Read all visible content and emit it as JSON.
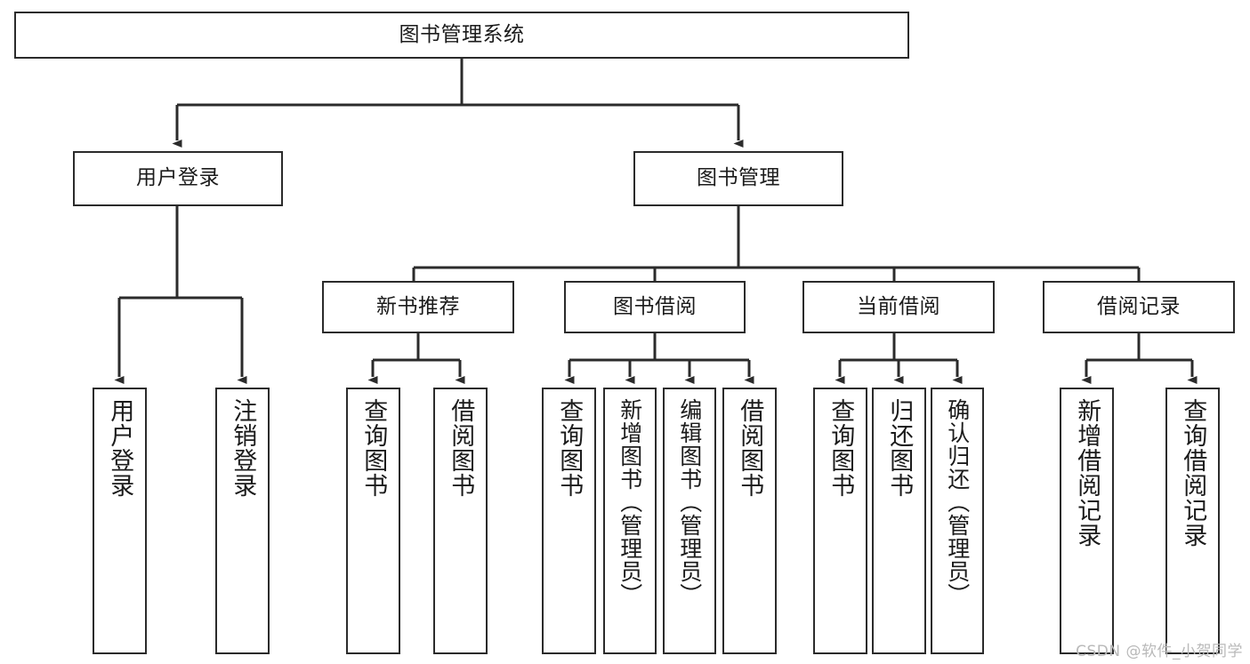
{
  "diagram": {
    "title": "图书管理系统",
    "watermark": "CSDN @软件_小贺同学",
    "line_color": "#2b2b2b",
    "text_color": "#1b1b1b",
    "background": "#ffffff"
  },
  "nodes": {
    "root": {
      "label": "图书管理系统"
    },
    "level2": [
      {
        "id": "user-login",
        "label": "用户登录"
      },
      {
        "id": "book-management",
        "label": "图书管理"
      }
    ],
    "level3": [
      {
        "id": "new-book-recommend",
        "label": "新书推荐"
      },
      {
        "id": "book-borrow",
        "label": "图书借阅"
      },
      {
        "id": "current-borrow",
        "label": "当前借阅"
      },
      {
        "id": "borrow-record",
        "label": "借阅记录"
      }
    ],
    "leaves": {
      "user-login": [
        {
          "id": "leaf-user-login",
          "label": "用户登录"
        },
        {
          "id": "leaf-logout-login",
          "label": "注销登录"
        }
      ],
      "new-book-recommend": [
        {
          "id": "leaf-query-books-1",
          "label": "查询图书"
        },
        {
          "id": "leaf-borrow-books-1",
          "label": "借阅图书"
        }
      ],
      "book-borrow": [
        {
          "id": "leaf-query-books-2",
          "label": "查询图书"
        },
        {
          "id": "leaf-add-book",
          "label": "新增图书（管理员）"
        },
        {
          "id": "leaf-edit-book",
          "label": "编辑图书（管理员）"
        },
        {
          "id": "leaf-borrow-books-2",
          "label": "借阅图书"
        }
      ],
      "current-borrow": [
        {
          "id": "leaf-query-books-3",
          "label": "查询图书"
        },
        {
          "id": "leaf-return-book",
          "label": "归还图书"
        },
        {
          "id": "leaf-confirm-return",
          "label": "确认归还（管理员）"
        }
      ],
      "borrow-record": [
        {
          "id": "leaf-add-record",
          "label": "新增借阅记录"
        },
        {
          "id": "leaf-query-record",
          "label": "查询借阅记录"
        }
      ]
    }
  }
}
